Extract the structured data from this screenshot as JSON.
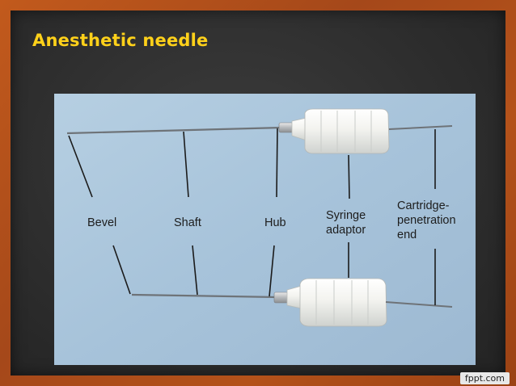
{
  "slide": {
    "title": "Anesthetic needle"
  },
  "diagram": {
    "labels": {
      "bevel": "Bevel",
      "shaft": "Shaft",
      "hub": "Hub",
      "syringe_adaptor": [
        "Syringe",
        "adaptor"
      ],
      "cartridge_end": [
        "Cartridge-",
        "penetration",
        "end"
      ]
    }
  },
  "footer": {
    "watermark": "fppt.com"
  },
  "colors": {
    "title": "#ffd11a",
    "frame": "#b4521a",
    "board": "#2e2e2e",
    "photo_background": "#a7c3da"
  }
}
